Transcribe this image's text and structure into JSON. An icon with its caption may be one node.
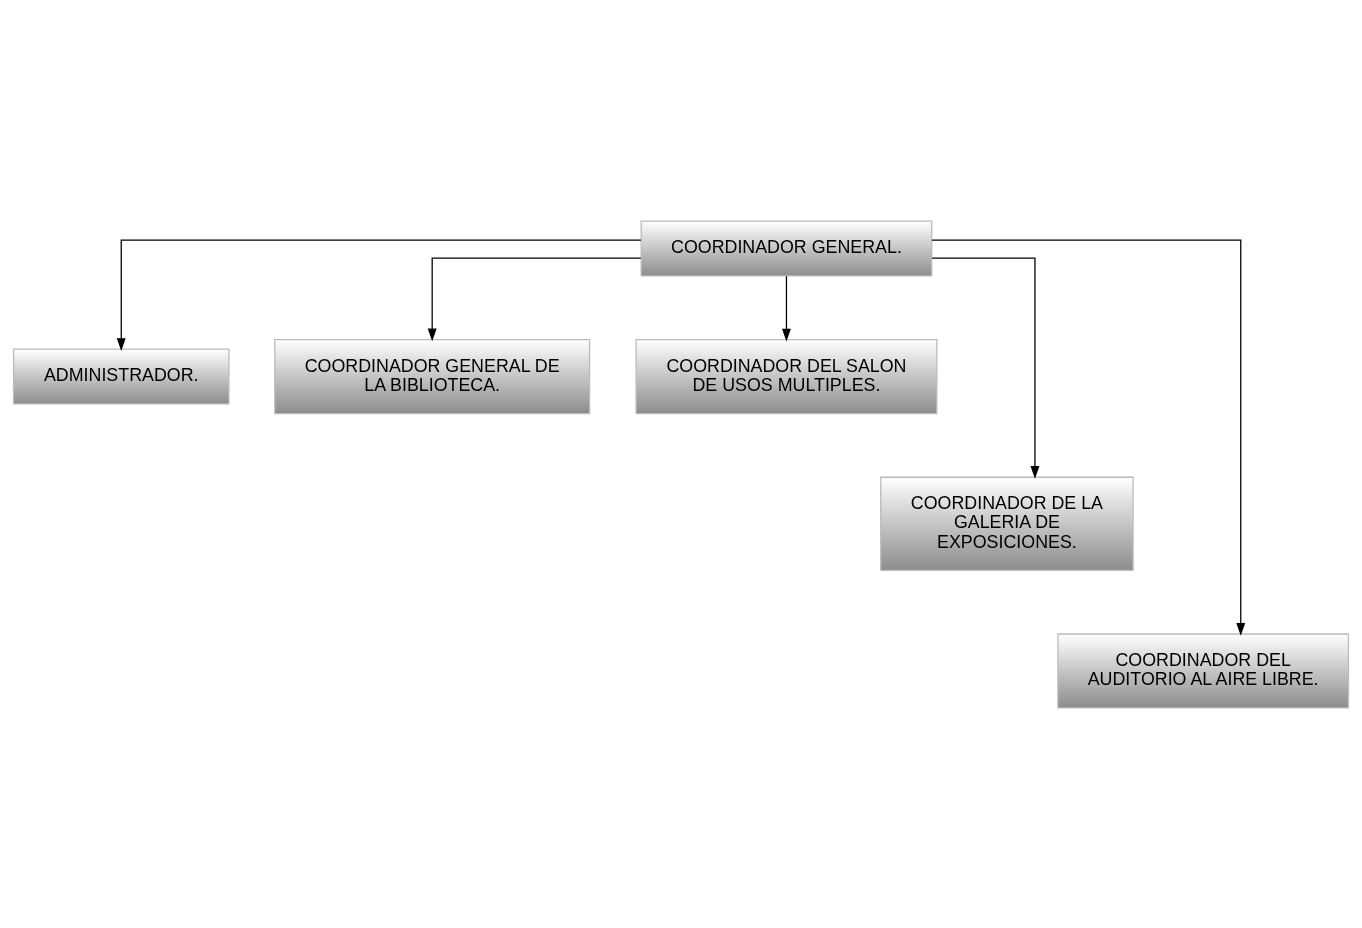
{
  "diagram": {
    "nodes": [
      {
        "text": [
          "COORDINADOR GENERAL."
        ]
      },
      {
        "text": [
          "ADMINISTRADOR."
        ]
      },
      {
        "text": [
          "COORDINADOR GENERAL DE LA BIBLIOTECA."
        ]
      },
      {
        "text": [
          "COORDINADOR DEL SALON DE USOS MULTIPLES."
        ]
      },
      {
        "text": [
          "COORDINADOR DE LA GALERIA DE EXPOSICIONES."
        ]
      },
      {
        "text": [
          "COORDINADOR DEL AUDITORIO AL AIRE LIBRE."
        ]
      }
    ],
    "edges": [
      {
        "from": 0,
        "to": 1,
        "arrow": "to"
      },
      {
        "from": 0,
        "to": 4,
        "arrow": "to"
      },
      {
        "from": 0,
        "to": 2,
        "arrow": "to"
      },
      {
        "from": 0,
        "to": 5,
        "arrow": "to"
      },
      {
        "from": 0,
        "to": 3,
        "arrow": "to"
      }
    ]
  }
}
